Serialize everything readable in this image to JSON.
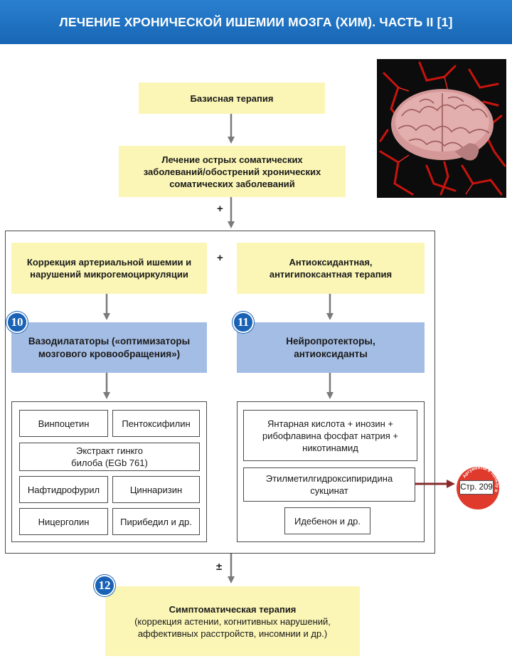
{
  "header": {
    "title": "ЛЕЧЕНИЕ ХРОНИЧЕСКОЙ ИШЕМИИ МОЗГА (ХИМ). ЧАСТЬ II [1]"
  },
  "flow": {
    "basic_therapy": "Базисная терапия",
    "acute_treatment": "Лечение острых соматических заболеваний/обострений хронических соматических заболеваний",
    "plus_1": "+",
    "plus_2": "+",
    "plus_minus": "±",
    "left_correction": "Коррекция артериальной ишемии и нарушений микрогемоциркуляции",
    "right_antioxidant": "Антиоксидантная, антигипоксантная терапия",
    "vasodilators": "Вазодилататоры («оптимизаторы мозгового кровообращения»)",
    "neuroprotectors": "Нейропротекторы, антиоксиданты",
    "symptomatic_title": "Симптоматическая терапия",
    "symptomatic_detail": "(коррекция астении, когнитивных нарушений, аффективных расстройств, инсомнии и др.)"
  },
  "badges": {
    "b10": "10",
    "b11": "11",
    "b12": "12"
  },
  "left_drugs": {
    "vinpocetine": "Винпоцетин",
    "pentoxifylline": "Пентоксифилин",
    "ginkgo": "Экстракт гинкго билоба (EGb 761)",
    "naftidrofuryl": "Нафтидрофурил",
    "cinnarizine": "Циннаризин",
    "nicergoline": "Ницерголин",
    "piribedil": "Пирибедил и др."
  },
  "right_drugs": {
    "succinic": "Янтарная кислота + инозин + рибофлавина фосфат натрия + никотинамид",
    "ethylmethyl": "Этилметилгидроксипиридина сукцинат",
    "idebenone": "Идебенон и др."
  },
  "page_ref": {
    "label": "Стр. 209",
    "arc_text": "Аргументы в пользу выбора"
  },
  "colors": {
    "header": "#1a6fbf",
    "yellow": "#fbf6b6",
    "blue": "#a4bde4",
    "badge": "#1a62b5",
    "arrow": "#7a7a7a",
    "ref_arrow": "#8b2a2a",
    "ref_circle": "#e03a2c"
  },
  "icons": {
    "brain": "brain-image",
    "page_ref": "page-reference-badge"
  }
}
